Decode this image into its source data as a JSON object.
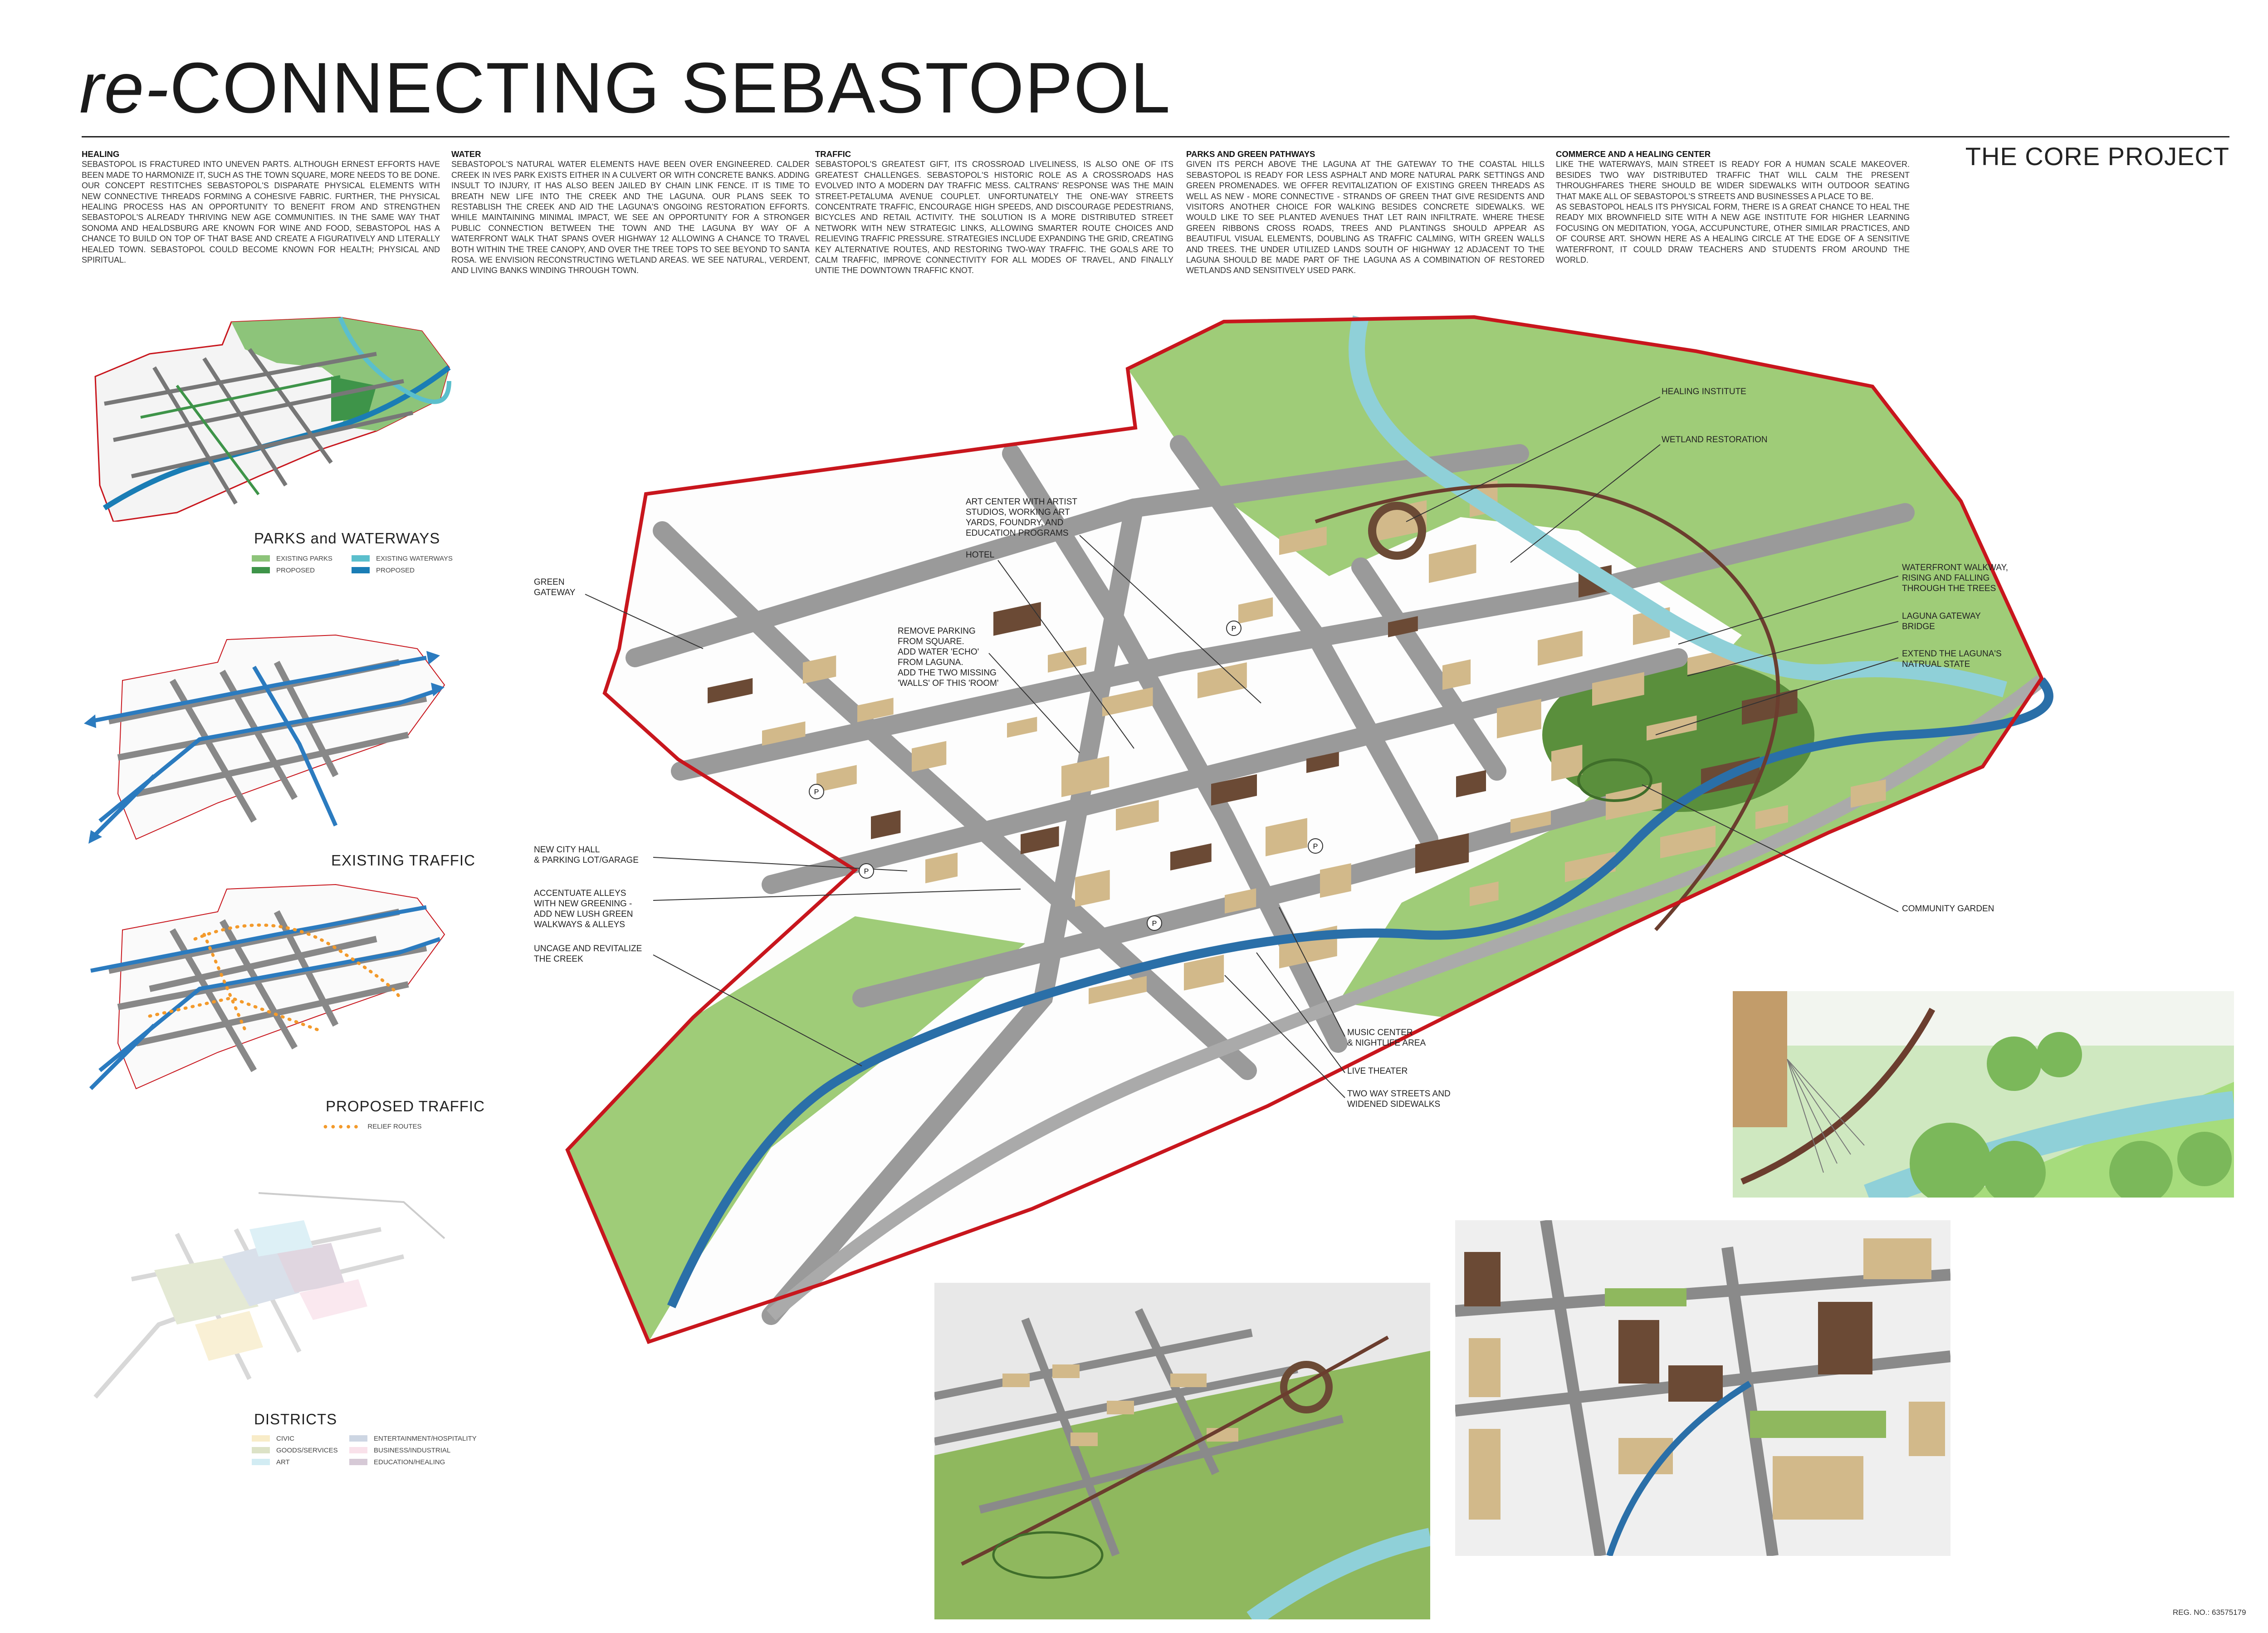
{
  "title": {
    "prefix": "re-",
    "main": "CONNECTING SEBASTOPOL"
  },
  "project_label": "THE CORE PROJECT",
  "sections": [
    {
      "heading": "HEALING",
      "body": "SEBASTOPOL IS FRACTURED INTO UNEVEN PARTS.  ALTHOUGH ERNEST EFFORTS HAVE BEEN MADE TO HARMONIZE IT, SUCH AS THE TOWN SQUARE, MORE NEEDS TO BE DONE.  OUR CONCEPT RESTITCHES SEBASTOPOL'S DISPARATE PHYSICAL ELEMENTS WITH NEW CONNECTIVE THREADS FORMING A COHESIVE FABRIC.  FURTHER, THE PHYSICAL HEALING PROCESS HAS AN OPPORTUNITY TO BENEFIT FROM AND STRENGTHEN SEBASTOPOL'S ALREADY THRIVING NEW AGE COMMUNITIES. IN THE SAME WAY THAT SONOMA AND HEALDSBURG ARE KNOWN FOR WINE AND FOOD, SEBASTOPOL HAS A CHANCE TO BUILD ON TOP OF THAT BASE AND CREATE A FIGURATIVELY AND LITERALLY HEALED TOWN. SEBASTOPOL COULD BECOME KNOWN FOR HEALTH; PHYSICAL AND SPIRITUAL."
    },
    {
      "heading": "WATER",
      "body": "SEBASTOPOL'S NATURAL WATER ELEMENTS HAVE BEEN OVER ENGINEERED. CALDER CREEK IN IVES PARK EXISTS EITHER IN A CULVERT OR WITH CONCRETE BANKS. ADDING INSULT TO INJURY, IT HAS ALSO BEEN JAILED BY CHAIN LINK FENCE. IT IS TIME TO BREATH NEW LIFE INTO THE CREEK AND THE LAGUNA.  OUR PLANS SEEK TO RESTABLISH THE CREEK AND AID THE LAGUNA'S ONGOING RESTORATION EFFORTS. WHILE MAINTAINING MINIMAL IMPACT, WE SEE AN OPPORTUNITY FOR A STRONGER PUBLIC CONNECTION BETWEEN THE TOWN AND THE LAGUNA BY WAY OF A WATERFRONT WALK THAT SPANS OVER HIGHWAY 12 ALLOWING A CHANCE TO TRAVEL BOTH WITHIN THE TREE CANOPY, AND OVER THE TREE TOPS TO SEE BEYOND TO SANTA ROSA. WE ENVISION RECONSTRUCTING WETLAND AREAS. WE SEE NATURAL, VERDENT, AND LIVING BANKS WINDING THROUGH TOWN."
    },
    {
      "heading": "TRAFFIC",
      "body": "SEBASTOPOL'S GREATEST GIFT, ITS CROSSROAD LIVELINESS, IS ALSO ONE OF ITS GREATEST CHALLENGES.  SEBASTOPOL'S HISTORIC ROLE AS A CROSSROADS HAS EVOLVED INTO A MODERN DAY TRAFFIC MESS.  CALTRANS' RESPONSE WAS THE MAIN STREET-PETALUMA AVENUE COUPLET.  UNFORTUNATELY THE ONE-WAY STREETS CONCENTRATE TRAFFIC, ENCOURAGE HIGH SPEEDS, AND DISCOURAGE PEDESTRIANS, BICYCLES AND RETAIL ACTIVITY.  THE SOLUTION IS A MORE DISTRIBUTED STREET NETWORK WITH NEW STRATEGIC LINKS, ALLOWING SMARTER ROUTE CHOICES AND RELIEVING TRAFFIC PRESSURE.  STRATEGIES INCLUDE EXPANDING THE GRID, CREATING KEY ALTERNATIVE ROUTES, AND RESTORING TWO-WAY TRAFFIC.  THE GOALS ARE TO CALM TRAFFIC, IMPROVE CONNECTIVITY FOR ALL MODES OF TRAVEL, AND FINALLY UNTIE THE DOWNTOWN TRAFFIC KNOT."
    },
    {
      "heading": "PARKS AND GREEN PATHWAYS",
      "body": "GIVEN ITS PERCH ABOVE THE LAGUNA AT THE GATEWAY TO THE COASTAL HILLS SEBASTOPOL IS READY FOR LESS ASPHALT AND MORE NATURAL PARK SETTINGS AND GREEN PROMENADES.  WE OFFER REVITALIZATION OF EXISTING GREEN THREADS AS WELL AS NEW - MORE CONNECTIVE - STRANDS OF GREEN THAT GIVE RESIDENTS AND VISITORS ANOTHER CHOICE FOR WALKING BESIDES CONCRETE SIDEWALKS.  WE WOULD LIKE TO SEE PLANTED AVENUES THAT LET RAIN INFILTRATE. WHERE THESE GREEN RIBBONS CROSS ROADS, TREES AND PLANTINGS SHOULD APPEAR AS BEAUTIFUL VISUAL ELEMENTS, DOUBLING AS TRAFFIC CALMING, WITH GREEN WALLS AND TREES.  THE UNDER UTILIZED LANDS SOUTH OF HIGHWAY 12 ADJACENT TO THE LAGUNA SHOULD BE MADE PART OF THE LAGUNA AS A COMBINATION OF RESTORED WETLANDS AND SENSITIVELY USED PARK."
    },
    {
      "heading": "COMMERCE AND A HEALING CENTER",
      "body": "LIKE THE WATERWAYS, MAIN STREET IS READY FOR A HUMAN SCALE MAKEOVER. BESIDES TWO WAY DISTRIBUTED TRAFFIC THAT WILL CALM THE PRESENT THROUGHFARES THERE SHOULD BE WIDER SIDEWALKS WITH OUTDOOR SEATING THAT MAKE ALL OF SEBASTOPOL'S STREETS AND BUSINESSES A PLACE TO BE.",
      "body2": "AS SEBASTOPOL HEALS ITS PHYSICAL FORM, THERE IS A GREAT CHANCE TO HEAL THE READY MIX BROWNFIELD SITE WITH A NEW AGE INSTITUTE FOR HIGHER LEARNING FOCUSING ON MEDITATION, YOGA, ACCUPUNCTURE, OTHER SIMILAR PRACTICES, AND OF COURSE ART.  SHOWN HERE AS A HEALING CIRCLE AT THE EDGE OF A SENSITIVE WATERFRONT, IT COULD DRAW TEACHERS AND STUDENTS FROM AROUND THE WORLD."
    }
  ],
  "diagrams": {
    "parks": {
      "title": "PARKS and WATERWAYS",
      "legend": [
        {
          "label": "EXISTING PARKS",
          "color": "#8dc47a"
        },
        {
          "label": "EXISTING WATERWAYS",
          "color": "#5bbfcc"
        },
        {
          "label": "PROPOSED",
          "color": "#3e9449"
        },
        {
          "label": "PROPOSED",
          "color": "#1a7db5"
        }
      ]
    },
    "existing_traffic": {
      "title": "EXISTING TRAFFIC"
    },
    "proposed_traffic": {
      "title": "PROPOSED TRAFFIC",
      "legend": [
        {
          "label": "RELIEF ROUTES",
          "color": "#f39a2b"
        }
      ]
    },
    "districts": {
      "title": "DISTRICTS",
      "legend": [
        {
          "label": "CIVIC",
          "color": "#f8ecc8"
        },
        {
          "label": "ENTERTAINMENT/HOSPITALITY",
          "color": "#cdd6e3"
        },
        {
          "label": "GOODS/SERVICES",
          "color": "#dce2c6"
        },
        {
          "label": "BUSINESS/INDUSTRIAL",
          "color": "#f9e1ea"
        },
        {
          "label": "ART",
          "color": "#d2ecf3"
        },
        {
          "label": "EDUCATION/HEALING",
          "color": "#d6c9d6"
        }
      ]
    }
  },
  "map_labels": {
    "healing_institute": "HEALING INSTITUTE",
    "wetland": "WETLAND RESTORATION",
    "waterfront": "WATERFRONT WALKWAY,\nRISING AND FALLING\nTHROUGH THE TREES",
    "bridge": "LAGUNA GATEWAY\nBRIDGE",
    "extend": "EXTEND THE LAGUNA'S\nNATRUAL STATE",
    "garden": "COMMUNITY GARDEN",
    "art_center": "ART CENTER WITH ARTIST\nSTUDIOS, WORKING ART\nYARDS, FOUNDRY, AND\nEDUCATION PROGRAMS",
    "hotel": "HOTEL",
    "green_gateway": "GREEN\nGATEWAY",
    "parking": "REMOVE PARKING\nFROM SQUARE.\nADD WATER 'ECHO'\nFROM LAGUNA.\nADD THE TWO MISSING\n'WALLS' OF THIS 'ROOM'",
    "city_hall": "NEW CITY HALL\n& PARKING LOT/GARAGE",
    "alleys": "ACCENTUATE ALLEYS\nWITH NEW GREENING -\nADD NEW LUSH GREEN\nWALKWAYS & ALLEYS",
    "creek": "UNCAGE AND REVITALIZE\nTHE CREEK",
    "music": "MUSIC CENTER\n& NIGHTLIFE AREA",
    "theater": "LIVE THEATER",
    "two_way": "TWO WAY STREETS AND\nWIDENED SIDEWALKS",
    "parking_marker": "P"
  },
  "colors": {
    "boundary": "#c8161d",
    "park": "#9fcc78",
    "park_dark": "#5a8f3c",
    "road": "#9a9a9a",
    "building": "#d2b98a",
    "building_dark": "#6b4a35",
    "creek": "#2a6fa8",
    "laguna": "#8fd0d8"
  },
  "reg_no": "REG. NO.: 63575179"
}
